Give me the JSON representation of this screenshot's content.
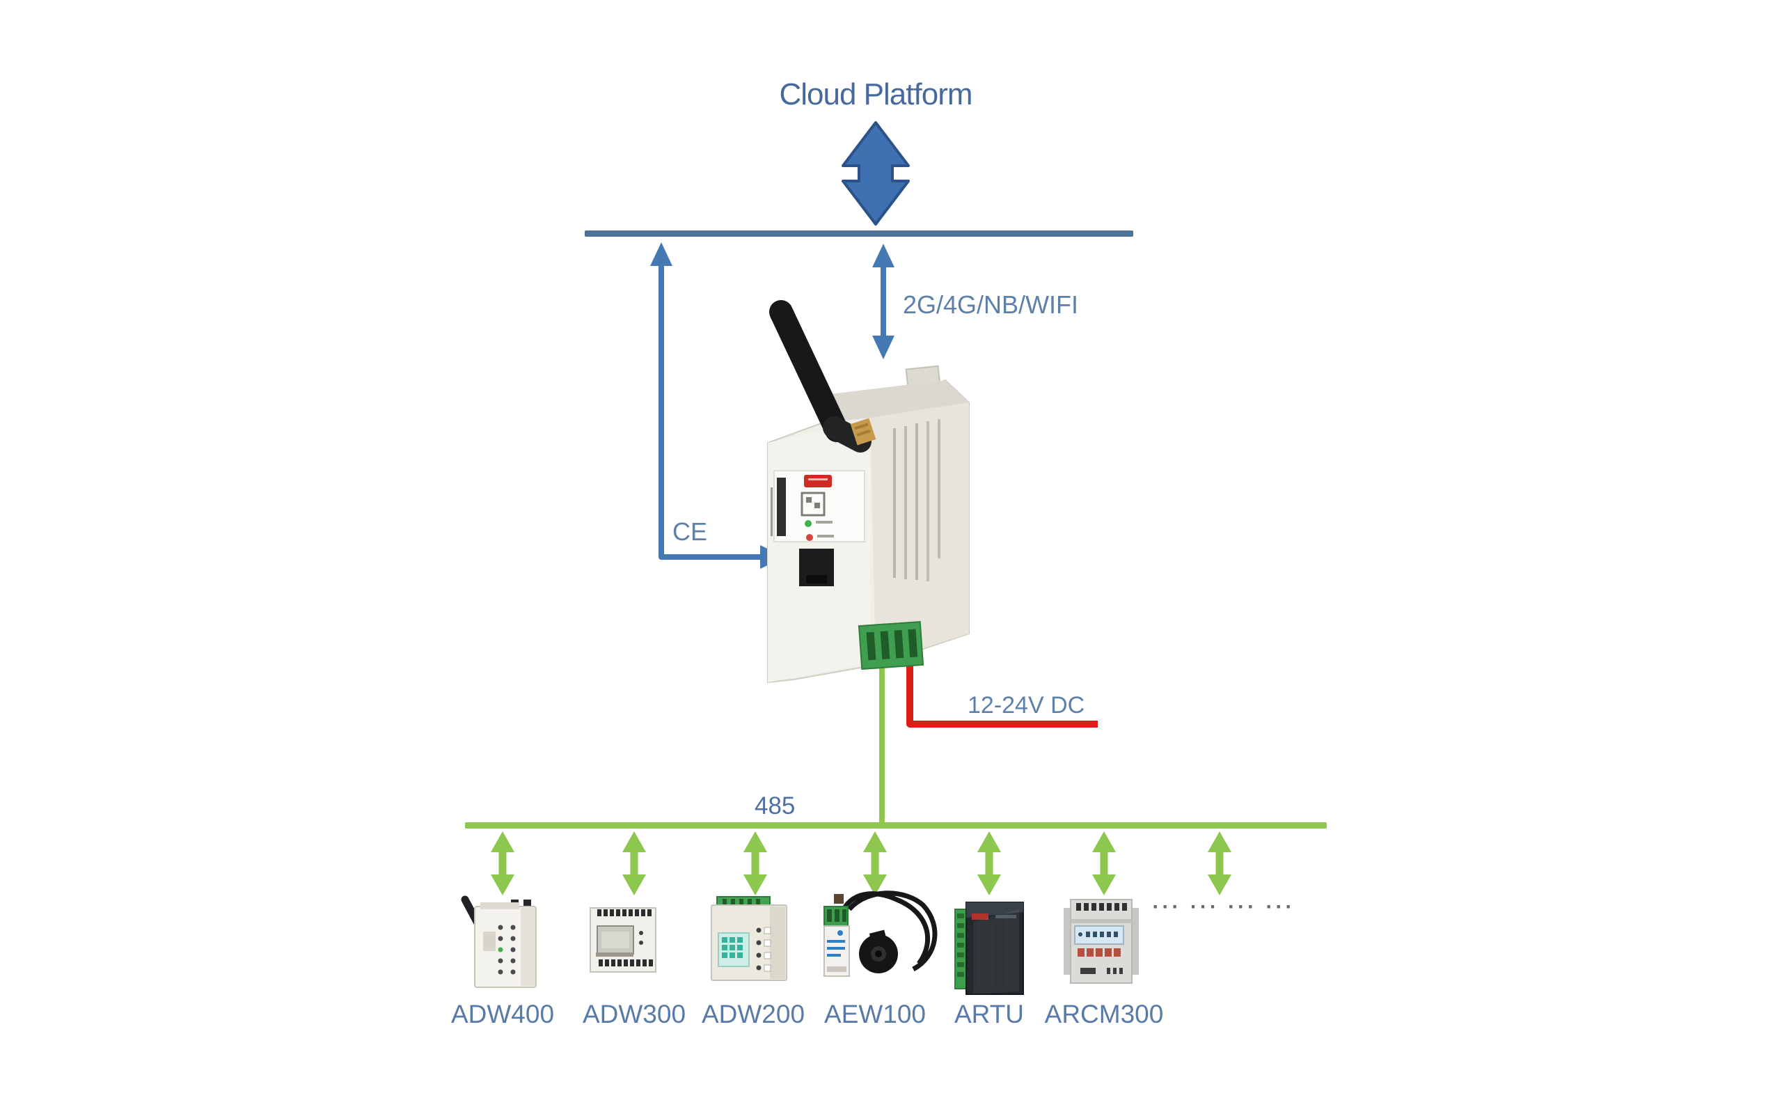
{
  "title": "Cloud Platform",
  "connections": {
    "uplink_label": "2G/4G/NB/WIFI",
    "ethernet_label": "CE",
    "power_label": "12-24V DC",
    "bus_label": "485",
    "more_devices_label": "··· ··· ··· ···"
  },
  "devices": [
    {
      "label": "ADW400"
    },
    {
      "label": "ADW300"
    },
    {
      "label": "ADW200"
    },
    {
      "label": "AEW100"
    },
    {
      "label": "ARTU"
    },
    {
      "label": "ARCM300"
    }
  ],
  "colors": {
    "background": "#ffffff",
    "backbone_line": "#4d7198",
    "cloud_arrow_fill": "#3f70b2",
    "cloud_arrow_stroke": "#2b5289",
    "blue_connector": "#4579b4",
    "green_bus": "#8dc74d",
    "red_power": "#de1d18",
    "label_text": "#587aa8",
    "title_text": "#48699c"
  }
}
